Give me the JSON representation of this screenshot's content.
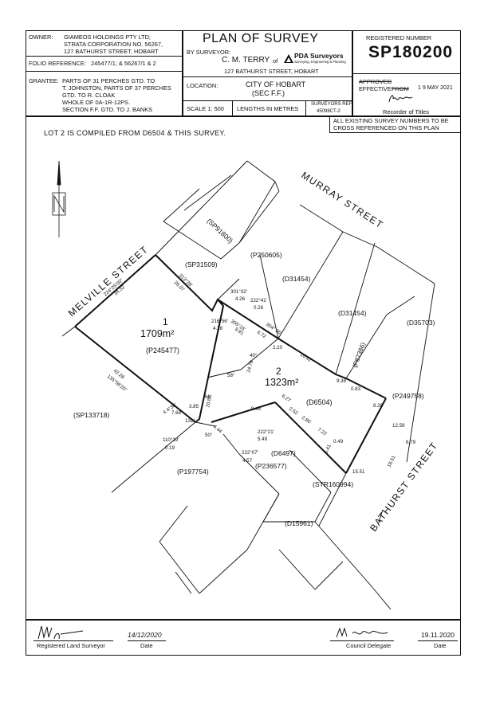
{
  "header": {
    "owner_label": "OWNER:",
    "owner_lines": [
      "GIAMEOS HOLDINGS PTY LTD;",
      "STRATA CORPORATION NO. 56267,",
      "127 BATHURST STREET, HOBART"
    ],
    "folio_label": "FOLIO REFERENCE:",
    "folio_value": "245477/1; & 56267/1 & 2",
    "grantee_label": "GRANTEE:",
    "grantee_lines": [
      "PARTS OF 31 PERCHES GTD. TO",
      "T. JOHNSTON, PARTS OF 37 PERCHES",
      "GTD. TO R. CLOAK",
      "WHOLE OF 0A-1R-12PS.",
      "SECTION F.F. GTD. TO J. BANKS"
    ],
    "plan_title": "PLAN OF SURVEY",
    "by_surveyor": "BY SURVEYOR:",
    "surveyor_name": "C. M. TERRY",
    "surveyor_of": "of",
    "company": "PDA Surveyors",
    "company_sub": "Surveying, Engineering & Planning",
    "company_address": "127 BATHURST STREET, HOBART",
    "location_label": "LOCATION:",
    "location_value": "CITY OF HOBART",
    "location_sec": "(SEC F.F.)",
    "scale": "SCALE 1: 500",
    "lengths": "LENGTHS IN METRES",
    "surveyors_ref_label": "SURVEYORS REF",
    "surveyors_ref_value": "45098CT-2",
    "registered_number_label": "REGISTERED NUMBER",
    "registered_number": "SP180200",
    "approved": "APPROVED",
    "effective": "EFFECTIVE",
    "from": "FROM",
    "effective_date": "1 9 MAY 2021",
    "recorder": "Recorder of Titles",
    "cross_ref_note": "ALL EXISTING SURVEY NUMBERS TO BE CROSS REFERENCED ON THIS PLAN"
  },
  "note": "LOT 2 IS COMPILED FROM D6504 & THIS SURVEY.",
  "streets": {
    "murray": "MURRAY STREET",
    "melville": "MELVILLE STREET",
    "bathurst": "BATHURST STREET"
  },
  "lots": [
    {
      "number": "1",
      "area": "1709m²",
      "ref": "(P245477)"
    },
    {
      "number": "2",
      "area": "1323m²",
      "ref": "(D6504)"
    }
  ],
  "neighbours": [
    "(SP91800)",
    "(SP31509)",
    "(P250605)",
    "(D31454)",
    "(D31454)",
    "(D35703)",
    "(P87386)",
    "(P249758)",
    "(SP133718)",
    "(P197754)",
    "(D6497)",
    "(P236577)",
    "(STR160994)",
    "(D15961)"
  ],
  "dimensions": [
    "224°25'00\"",
    "34.32",
    "313°28'",
    "26.07",
    "301°32'",
    "4.26",
    "222°41'",
    "0.26",
    "216°56'",
    "4.28",
    "305°16'",
    "9.91",
    "304° 36'",
    "6.72",
    "2.20",
    "16.42",
    "9.38",
    "0.83",
    "8.26",
    "12.59",
    "6.79",
    "42.28",
    "135°56'20\"",
    "4.4°30'",
    "7.68",
    "3.85",
    "10.86",
    "44°",
    "40°",
    "58°",
    "24.78",
    "9.45",
    "131°",
    "50°",
    "4.44",
    "110°19'",
    "0.19",
    "222°21'",
    "5.49",
    "222°07'",
    "4.57",
    "6.27",
    "2.52",
    "2.80",
    "7.22",
    "0.49",
    "6.41",
    "15.51",
    "18.51"
  ],
  "footer": {
    "land_surveyor": "Registered Land Surveyor",
    "date1_label": "Date",
    "date1_value": "14/12/2020",
    "council_delegate": "Council Delegate",
    "date2_label": "Date",
    "date2_value": "19.11.2020"
  }
}
